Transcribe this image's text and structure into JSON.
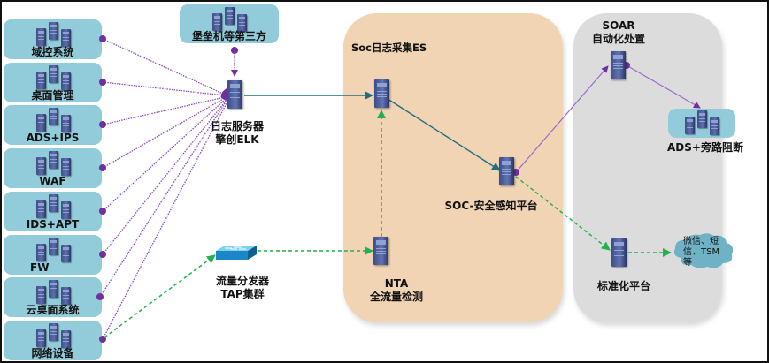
{
  "diagram": {
    "zones": {
      "soc": {
        "title": "Soc日志采集ES"
      },
      "soar": {
        "title": ""
      }
    },
    "sources": [
      {
        "id": "domain-control",
        "label": "域控系统"
      },
      {
        "id": "desktop-mgmt",
        "label": "桌面管理"
      },
      {
        "id": "ads-ips",
        "label": "ADS+IPS"
      },
      {
        "id": "waf",
        "label": "WAF"
      },
      {
        "id": "ids-apt",
        "label": "IDS+APT"
      },
      {
        "id": "fw",
        "label": "FW"
      },
      {
        "id": "cloud-desktop",
        "label": "云桌面系统"
      },
      {
        "id": "network-devices",
        "label": "网络设备"
      }
    ],
    "third_party": {
      "label": "堡垒机等第三方"
    },
    "log_server": {
      "line1": "日志服务器",
      "line2": "擎创ELK"
    },
    "tap": {
      "line1": "流量分发器",
      "line2": "TAP集群"
    },
    "es_collector": {
      "label": ""
    },
    "nta": {
      "line1": "NTA",
      "line2": "全流量检测"
    },
    "soc_platform": {
      "label": "SOC-安全感知平台"
    },
    "soar": {
      "line1": "SOAR",
      "line2": "自动化处置"
    },
    "ads_block": {
      "label": "ADS+旁路阻断"
    },
    "std_platform": {
      "label": "标准化平台"
    },
    "notify_cloud": {
      "line1": "微信、短",
      "line2": "信、TSM",
      "line3": "等"
    },
    "colors": {
      "source_box": "#92ccdb",
      "soc_zone": "#f1d4b4",
      "soar_zone": "#dcdcdc",
      "log_line": "#7030a0",
      "flow_line": "#1f6e82",
      "traffic_line": "#22b14c",
      "cloud": "#6fb2c6"
    },
    "edges": [
      {
        "from": "域控系统",
        "to": "日志服务器",
        "style": "dotted-purple"
      },
      {
        "from": "桌面管理",
        "to": "日志服务器",
        "style": "dotted-purple"
      },
      {
        "from": "ADS+IPS",
        "to": "日志服务器",
        "style": "dotted-purple"
      },
      {
        "from": "WAF",
        "to": "日志服务器",
        "style": "dotted-purple"
      },
      {
        "from": "IDS+APT",
        "to": "日志服务器",
        "style": "dotted-purple"
      },
      {
        "from": "FW",
        "to": "日志服务器",
        "style": "dotted-purple"
      },
      {
        "from": "云桌面系统",
        "to": "日志服务器",
        "style": "dotted-purple"
      },
      {
        "from": "网络设备",
        "to": "日志服务器",
        "style": "dotted-purple"
      },
      {
        "from": "堡垒机等第三方",
        "to": "日志服务器",
        "style": "dotted-purple-arrow"
      },
      {
        "from": "网络设备",
        "to": "流量分发器",
        "style": "dashed-green-arrow"
      },
      {
        "from": "日志服务器",
        "to": "Soc日志采集ES",
        "style": "solid-teal-arrow"
      },
      {
        "from": "流量分发器",
        "to": "NTA",
        "style": "dashed-green-arrow"
      },
      {
        "from": "NTA",
        "to": "Soc日志采集ES",
        "style": "dashed-green-arrow"
      },
      {
        "from": "Soc日志采集ES",
        "to": "SOC-安全感知平台",
        "style": "solid-teal-arrow"
      },
      {
        "from": "SOC-安全感知平台",
        "to": "SOAR",
        "style": "solid-purple-arrow"
      },
      {
        "from": "SOAR",
        "to": "ADS+旁路阻断",
        "style": "solid-purple-arrow"
      },
      {
        "from": "SOC-安全感知平台",
        "to": "标准化平台",
        "style": "dashed-green-arrow"
      },
      {
        "from": "标准化平台",
        "to": "微信、短信、TSM等",
        "style": "dashed-green-arrow"
      }
    ]
  }
}
